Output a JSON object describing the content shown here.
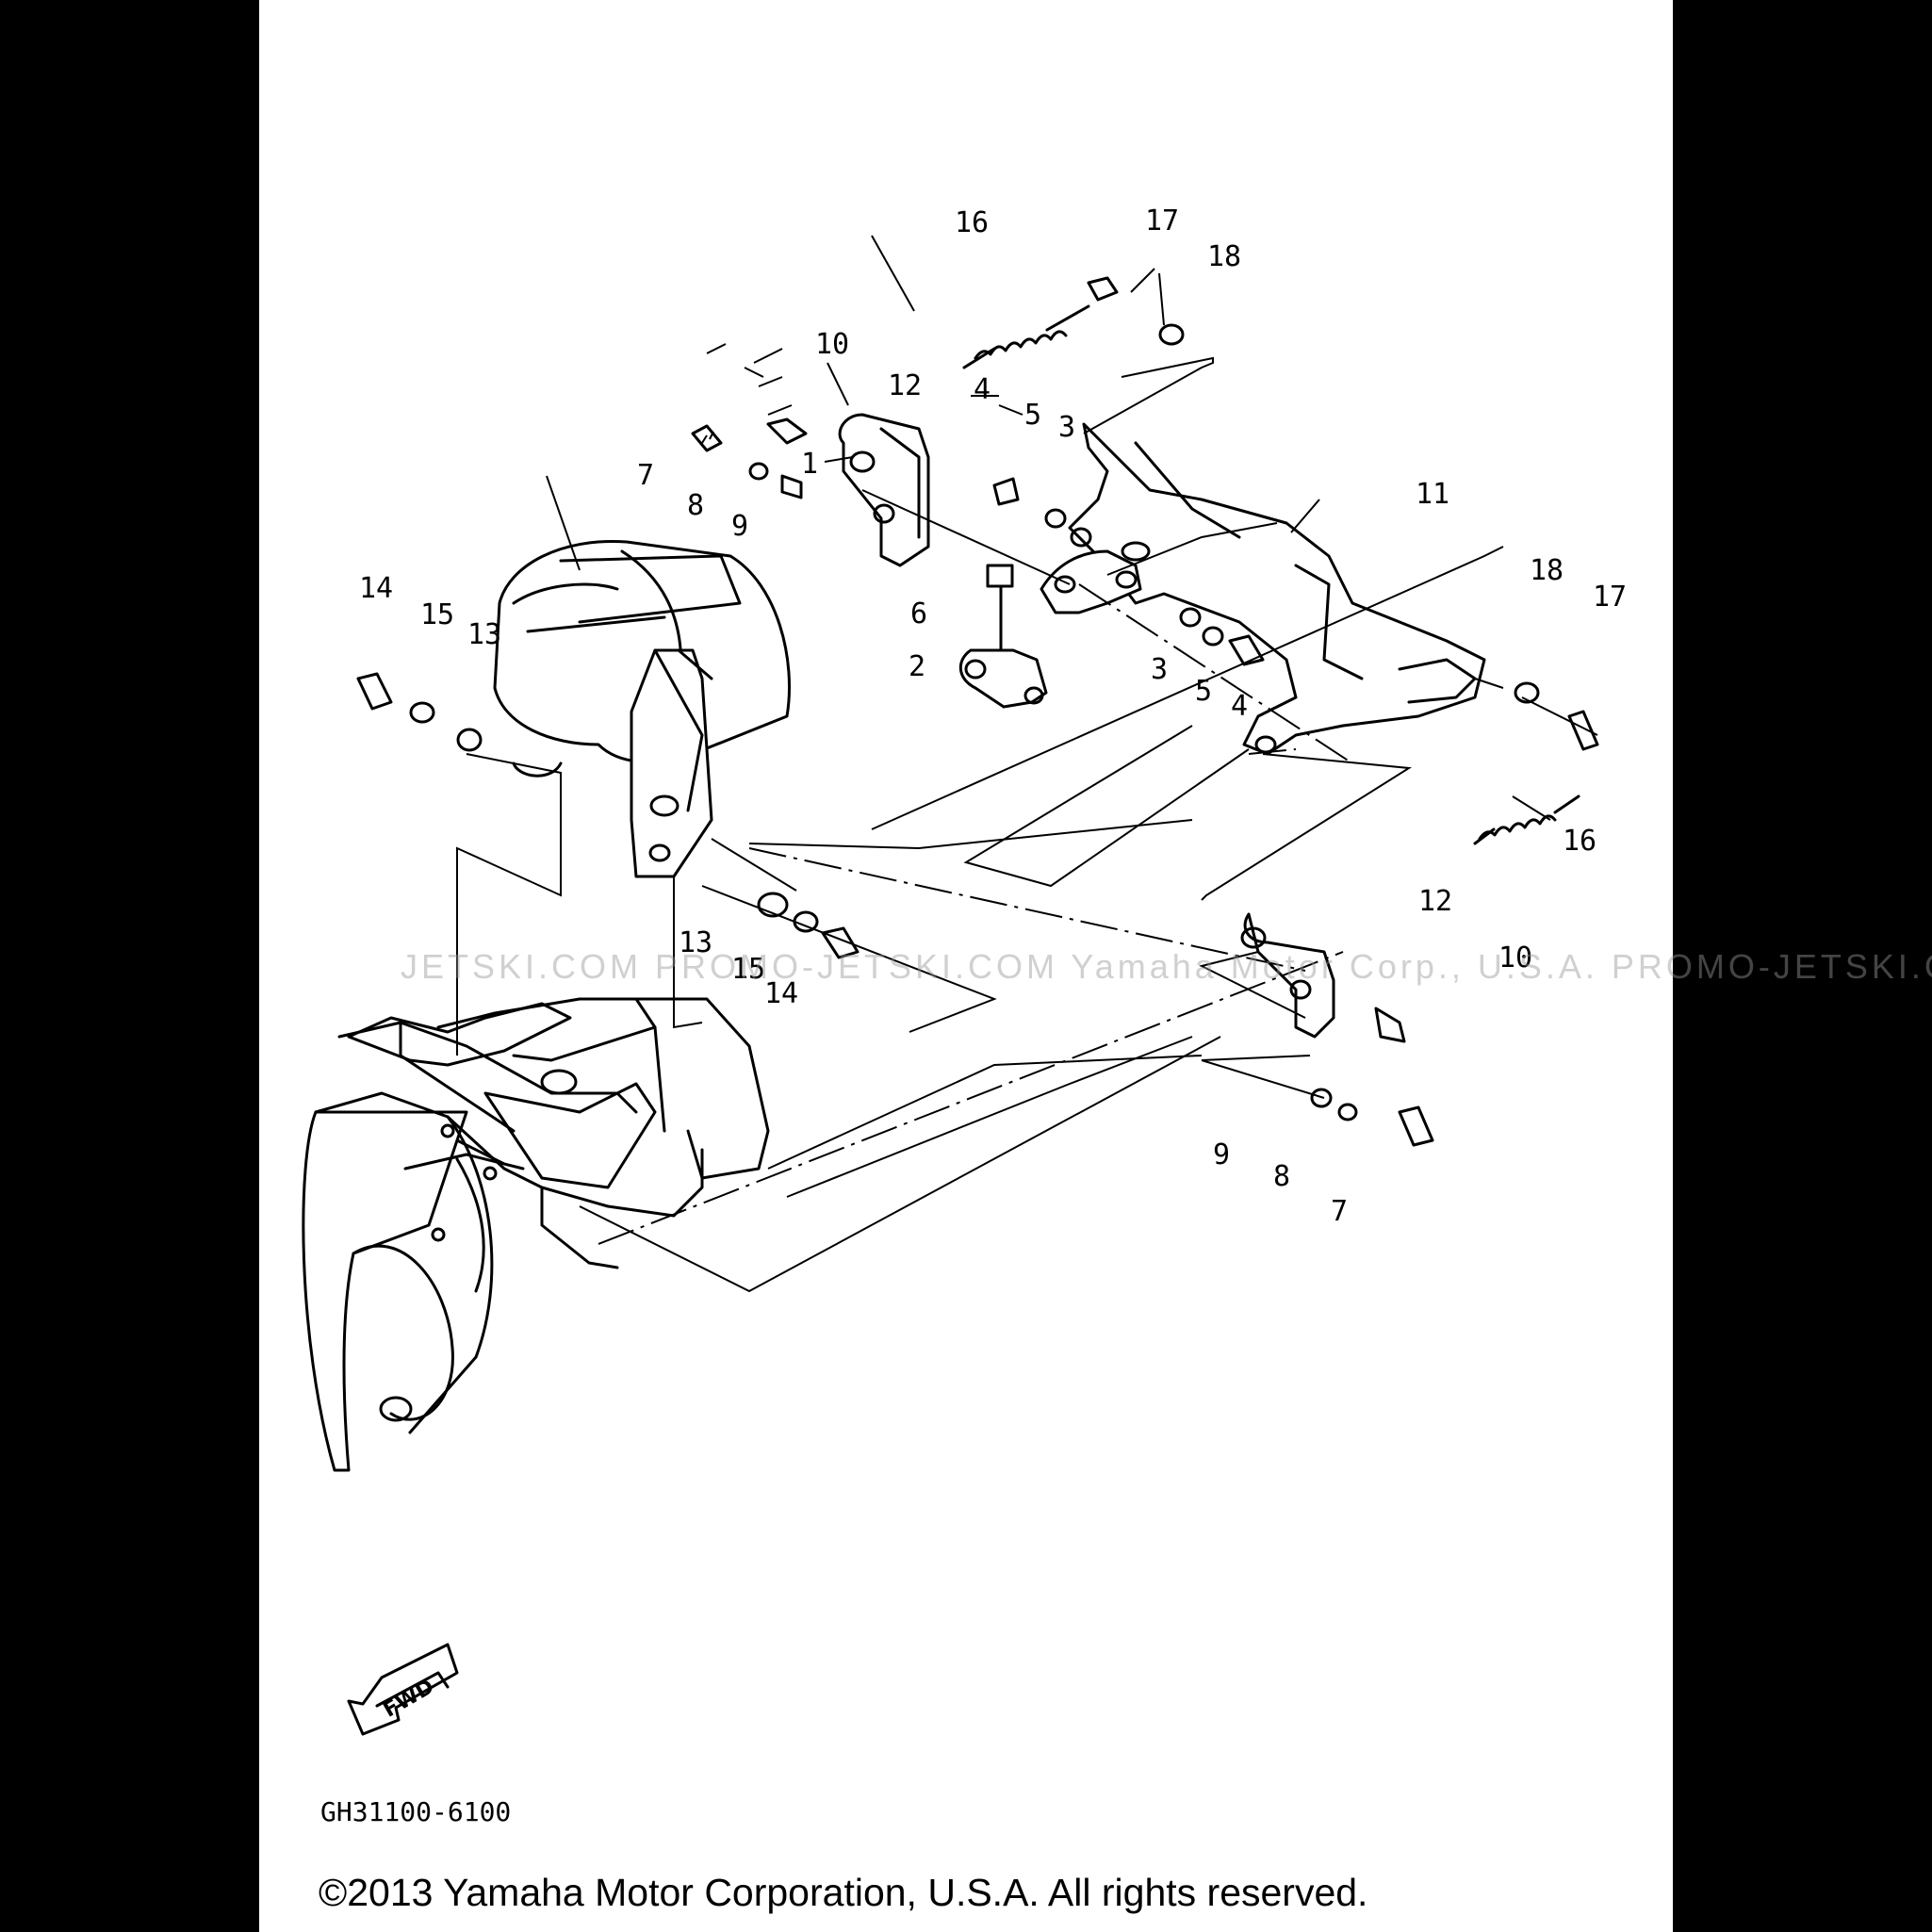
{
  "callouts": [
    {
      "id": "c1",
      "label": "1"
    },
    {
      "id": "c2",
      "label": "2"
    },
    {
      "id": "c3a",
      "label": "3"
    },
    {
      "id": "c3b",
      "label": "3"
    },
    {
      "id": "c4a",
      "label": "4"
    },
    {
      "id": "c4b",
      "label": "4"
    },
    {
      "id": "c5a",
      "label": "5"
    },
    {
      "id": "c5b",
      "label": "5"
    },
    {
      "id": "c6",
      "label": "6"
    },
    {
      "id": "c7a",
      "label": "7"
    },
    {
      "id": "c7b",
      "label": "7"
    },
    {
      "id": "c8a",
      "label": "8"
    },
    {
      "id": "c8b",
      "label": "8"
    },
    {
      "id": "c9a",
      "label": "9"
    },
    {
      "id": "c9b",
      "label": "9"
    },
    {
      "id": "c10a",
      "label": "10"
    },
    {
      "id": "c10b",
      "label": "10"
    },
    {
      "id": "c11",
      "label": "11"
    },
    {
      "id": "c12a",
      "label": "12"
    },
    {
      "id": "c12b",
      "label": "12"
    },
    {
      "id": "c13a",
      "label": "13"
    },
    {
      "id": "c13b",
      "label": "13"
    },
    {
      "id": "c14a",
      "label": "14"
    },
    {
      "id": "c14b",
      "label": "14"
    },
    {
      "id": "c15a",
      "label": "15"
    },
    {
      "id": "c15b",
      "label": "15"
    },
    {
      "id": "c16a",
      "label": "16"
    },
    {
      "id": "c16b",
      "label": "16"
    },
    {
      "id": "c17a",
      "label": "17"
    },
    {
      "id": "c17b",
      "label": "17"
    },
    {
      "id": "c18a",
      "label": "18"
    },
    {
      "id": "c18b",
      "label": "18"
    }
  ],
  "fwd_label": "FWD",
  "diagram_code": "GH31100-6100",
  "watermark": "JETSKI.COM   PROMO-JETSKI.COM   Yamaha Motor Corp., U.S.A.   PROMO-JETSKI.COM",
  "copyright": "©2013 Yamaha Motor Corporation, U.S.A. All rights reserved."
}
